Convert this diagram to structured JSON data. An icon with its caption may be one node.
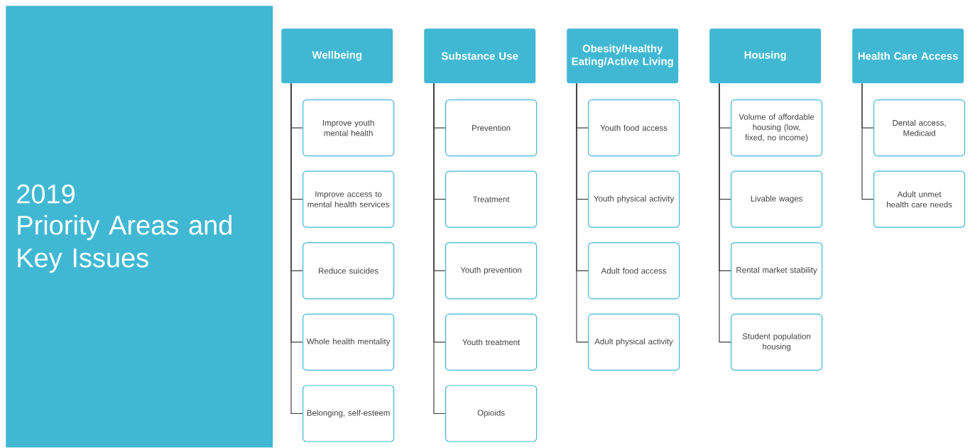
{
  "diagram": {
    "nodes": [
      {
        "text": [
          "2019",
          "Priority Areas and Key Issues"
        ]
      },
      {
        "text": [
          "Wellbeing"
        ]
      },
      {
        "text": [
          "Improve youth mental health"
        ]
      },
      {
        "text": [
          "Improve access to mental health services"
        ]
      },
      {
        "text": [
          "Reduce suicides"
        ]
      },
      {
        "text": [
          "Whole health mentality"
        ]
      },
      {
        "text": [
          "Belonging, self-esteem"
        ]
      },
      {
        "text": [
          "Substance Use"
        ]
      },
      {
        "text": [
          "Prevention"
        ]
      },
      {
        "text": [
          "Treatment"
        ]
      },
      {
        "text": [
          "Youth prevention"
        ]
      },
      {
        "text": [
          "Youth treatment"
        ]
      },
      {
        "text": [
          "Opioids"
        ]
      },
      {
        "text": [
          "Obesity/Healthy Eating/Active Living"
        ]
      },
      {
        "text": [
          "Youth food access"
        ]
      },
      {
        "text": [
          "Youth physical activity"
        ]
      },
      {
        "text": [
          "Adult food access"
        ]
      },
      {
        "text": [
          "Adult physical activity"
        ]
      },
      {
        "text": [
          "Housing"
        ]
      },
      {
        "text": [
          "Volume of affordable housing (low, fixed, no income)"
        ]
      },
      {
        "text": [
          "Livable wages"
        ]
      },
      {
        "text": [
          "Rental market stability"
        ]
      },
      {
        "text": [
          "Student population housing"
        ]
      },
      {
        "text": [
          "Health Care Access"
        ]
      },
      {
        "text": [
          "Dental access, Medicaid"
        ]
      },
      {
        "text": [
          "Adult unmet health care needs"
        ]
      }
    ],
    "edges": [
      {
        "from": 1,
        "to": 2,
        "arrow": "none"
      },
      {
        "from": 1,
        "to": 3,
        "arrow": "none"
      },
      {
        "from": 1,
        "to": 4,
        "arrow": "none"
      },
      {
        "from": 1,
        "to": 5,
        "arrow": "none"
      },
      {
        "from": 1,
        "to": 6,
        "arrow": "none"
      },
      {
        "from": 7,
        "to": 8,
        "arrow": "none"
      },
      {
        "from": 7,
        "to": 9,
        "arrow": "none"
      },
      {
        "from": 7,
        "to": 10,
        "arrow": "none"
      },
      {
        "from": 7,
        "to": 11,
        "arrow": "none"
      },
      {
        "from": 7,
        "to": 12,
        "arrow": "none"
      },
      {
        "from": 13,
        "to": 14,
        "arrow": "none"
      },
      {
        "from": 13,
        "to": 15,
        "arrow": "none"
      },
      {
        "from": 13,
        "to": 16,
        "arrow": "none"
      },
      {
        "from": 13,
        "to": 17,
        "arrow": "none"
      },
      {
        "from": 18,
        "to": 19,
        "arrow": "none"
      },
      {
        "from": 18,
        "to": 20,
        "arrow": "none"
      },
      {
        "from": 18,
        "to": 21,
        "arrow": "none"
      },
      {
        "from": 18,
        "to": 22,
        "arrow": "none"
      },
      {
        "from": 23,
        "to": 24,
        "arrow": "none"
      },
      {
        "from": 23,
        "to": 25,
        "arrow": "none"
      }
    ]
  }
}
